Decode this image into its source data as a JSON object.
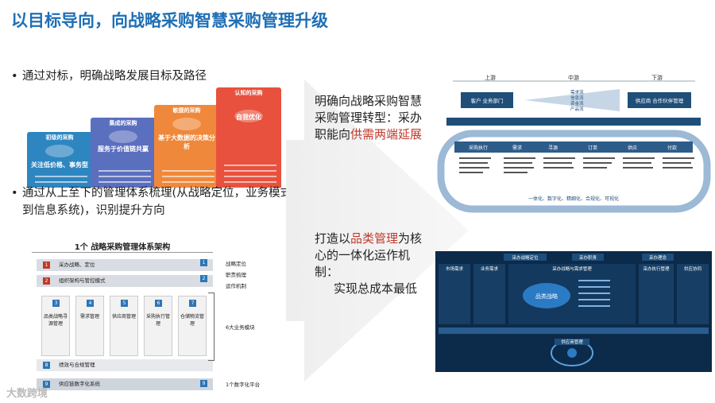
{
  "title": "以目标导向，向战略采购智慧采购管理升级",
  "bullets": [
    "通过对标，明确战略发展目标及路径",
    "通过从上至下的管理体系梳理(从战略定位，业务模式到信息系统)，识别提升方向"
  ],
  "stairs": [
    {
      "hdr": "初级的采购",
      "sub": "关注低价格、事务型",
      "color": "#2e86c1"
    },
    {
      "hdr": "集成的采购",
      "sub": "服务于价值链共赢",
      "color": "#5b6fbf"
    },
    {
      "hdr": "敏捷的采购",
      "sub": "基于大数据的决策分析",
      "color": "#f0883b"
    },
    {
      "hdr": "认知的采购",
      "sub": "自我优化",
      "color": "#e8513d"
    }
  ],
  "arch": {
    "title": "1个 战略采购管理体系架构",
    "bars": [
      {
        "num": "1",
        "label": "采办战略、定位"
      },
      {
        "num": "2",
        "label": "组织架构与管控模式"
      }
    ],
    "modules": [
      {
        "num": "3",
        "label": "品类战略寻源管理"
      },
      {
        "num": "4",
        "label": "需求管理"
      },
      {
        "num": "5",
        "label": "供应商管理"
      },
      {
        "num": "6",
        "label": "采购执行管理"
      },
      {
        "num": "7",
        "label": "仓储物流管理"
      }
    ],
    "bottom_bars": [
      {
        "num": "8",
        "label": "绩效与合规管理"
      },
      {
        "num": "9",
        "label": "供应链数字化系统"
      }
    ],
    "right_labels": [
      "战略定位",
      "职责梳理",
      "运作机制",
      "6大业务模块",
      "1个数字化平台"
    ]
  },
  "mid": {
    "p1_pre": "明确向战略采购智慧采购管理转型：采办职能向",
    "p1_red": "供需两端延展",
    "p2_pre": "打造以",
    "p2_red": "品类管理",
    "p2_post": "为核心的一体化运作机制：",
    "p2_tail": "实现总成本最低"
  },
  "rfig1": {
    "top": [
      "上游",
      "中游",
      "下游"
    ],
    "left": "客户 业务部门",
    "right": "供应商 合作伙伴管理",
    "flow_center": [
      "需求流",
      "信息流",
      "资金流",
      "产品流"
    ],
    "cells": [
      "采购执行",
      "需求",
      "寻源",
      "订单",
      "供应",
      "付款"
    ],
    "bottom": "一体化、数字化、精细化、合规化、可视化"
  },
  "rfig2": {
    "head": [
      "采办战略定位",
      "采办职责",
      "采办理念"
    ],
    "cols": [
      "市场需求",
      "业务需求",
      "采办战略与需求管理",
      "采办执行管理",
      "供应协同"
    ],
    "center": "品类战略",
    "bottom": "供应商管理"
  },
  "watermark": "大数跨境"
}
